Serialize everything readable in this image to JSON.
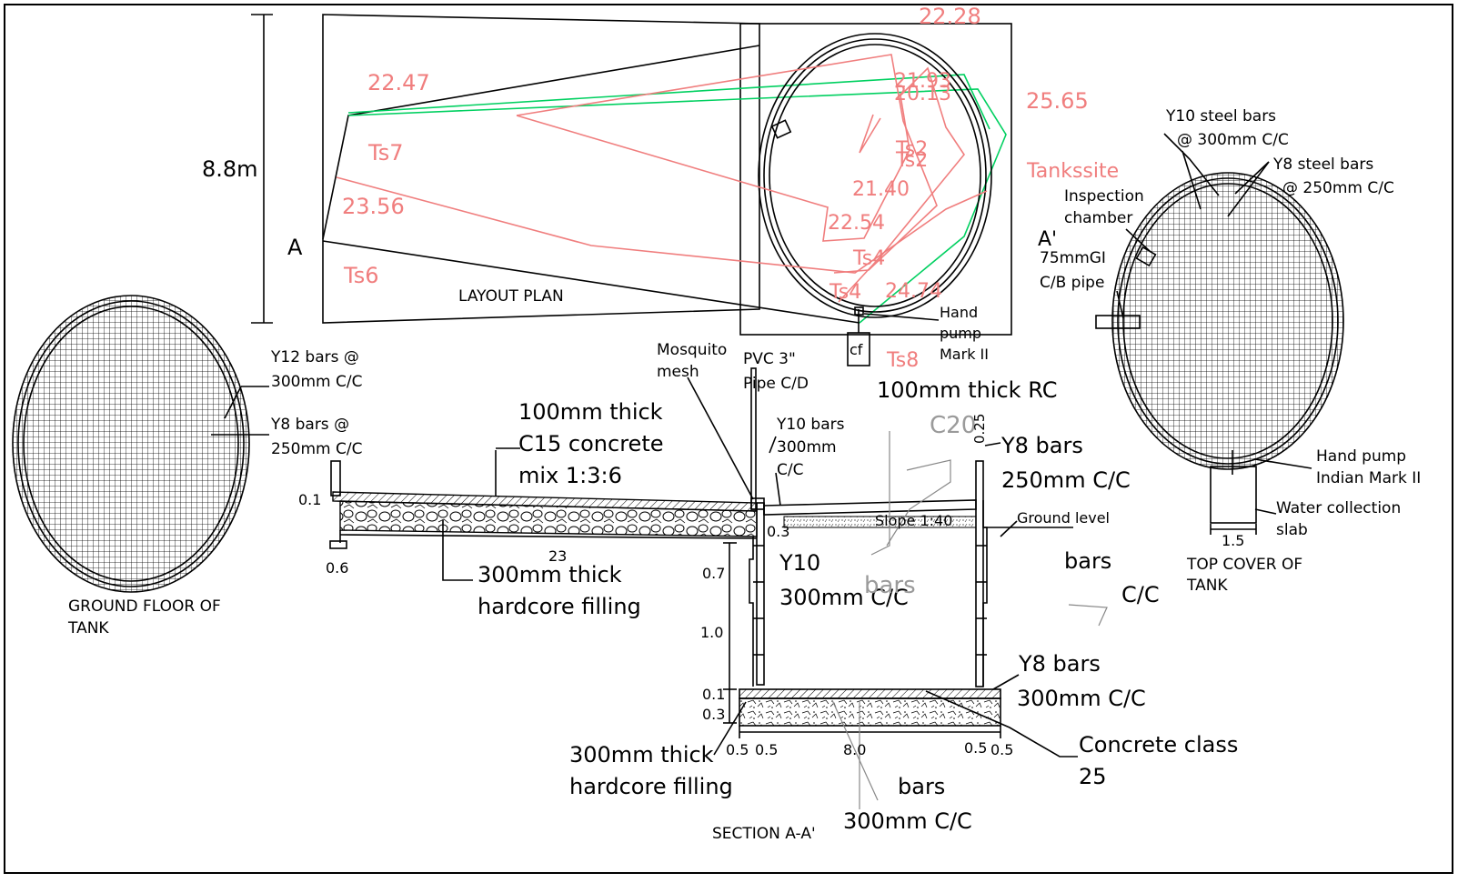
{
  "colors": {
    "line": "#000000",
    "contour": "#f07e7e",
    "boundary": "#00d060",
    "ghost": "#9a9a9a",
    "background": "#ffffff"
  },
  "layout_plan": {
    "title": "LAYOUT PLAN",
    "dimension": "8.8m",
    "section_mark_a": "A",
    "section_mark_a_prime": "A'",
    "spot_levels": [
      "22.28",
      "22.47",
      "21.93",
      "20.13",
      "25.65",
      "23.56",
      "21.40",
      "22.54",
      "24.74"
    ],
    "station_labels": [
      "Ts7",
      "Ts2",
      "Ts2",
      "Ts4",
      "Ts4",
      "Ts6",
      "Ts8"
    ],
    "site_label": "Tankssite",
    "cf_label": "cf",
    "hand_pump": {
      "line1": "Hand",
      "line2": "pump",
      "line3": "Mark II"
    }
  },
  "ground_floor": {
    "title_line1": "GROUND FLOOR OF",
    "title_line2": "TANK",
    "y12_line1": "Y12 bars @",
    "y12_line2": "300mm C/C",
    "y8_line1": "Y8 bars @",
    "y8_line2": "250mm C/C"
  },
  "top_cover": {
    "title_line1": "TOP COVER  OF",
    "title_line2": "TANK",
    "y10_line1": "Y10 steel bars",
    "y10_line2": "@  300mm C/C",
    "y8_line1": "Y8 steel bars",
    "y8_line2": "@  250mm C/C",
    "inspection_line1": "Inspection",
    "inspection_line2": "chamber",
    "pipe_line1": "75mmGI",
    "pipe_line2": "C/B pipe",
    "handpump_line1": "Hand pump",
    "handpump_line2": "Indian Mark II",
    "water_line1": "Water collection",
    "water_line2": "slab",
    "dim": "1.5"
  },
  "section": {
    "title": "SECTION A-A'",
    "mosquito_line1": "Mosquito",
    "mosquito_line2": "mesh",
    "pvc_line1": "PVC 3\"",
    "pvc_line2": "Pipe C/D",
    "concrete_line1": "100mm  thick",
    "concrete_line2": "C15  concrete",
    "concrete_line3": "mix  1:3:6",
    "y10_line1": "Y10 bars",
    "y10_line2": "300mm",
    "y10_line3": "C/C",
    "rc_label": "100mm  thick  RC",
    "c20_label": "C20",
    "y8_top_line1": "Y8  bars",
    "y8_top_line2": "250mm  C/C",
    "slope_label": "Slope  1:40",
    "ground_level": "Ground level",
    "dim_025": "0.25",
    "dim_01_top": "0.1",
    "dim_03_top": "0.3",
    "dim_06": "0.6",
    "dim_23": "23",
    "dim_07": "0.7",
    "dim_10": "1.0",
    "dim_01_bottom": "0.1",
    "dim_03_bottom": "0.3",
    "dim_05a": "0.5",
    "dim_05b": "0.5",
    "dim_80": "8.0",
    "dim_05c": "0.5",
    "dim_05d": "0.5",
    "hardcore_top_line1": "300mm  thick",
    "hardcore_top_line2": "hardcore  filling",
    "wall_y10_line1": "Y10",
    "wall_y10_line2": "300mm  C/C",
    "ghost_bars": "bars",
    "bars_right": "bars",
    "cc_right": "C/C",
    "y8_bottom_line1": "Y8  bars",
    "y8_bottom_line2": "300mm  C/C",
    "class_line1": "Concrete  class",
    "class_line2": "25",
    "hardcore_bottom_line1": "300mm  thick",
    "hardcore_bottom_line2": "hardcore  filling",
    "bars_bottom_line1": "bars",
    "bars_bottom_line2": "300mm  C/C"
  }
}
